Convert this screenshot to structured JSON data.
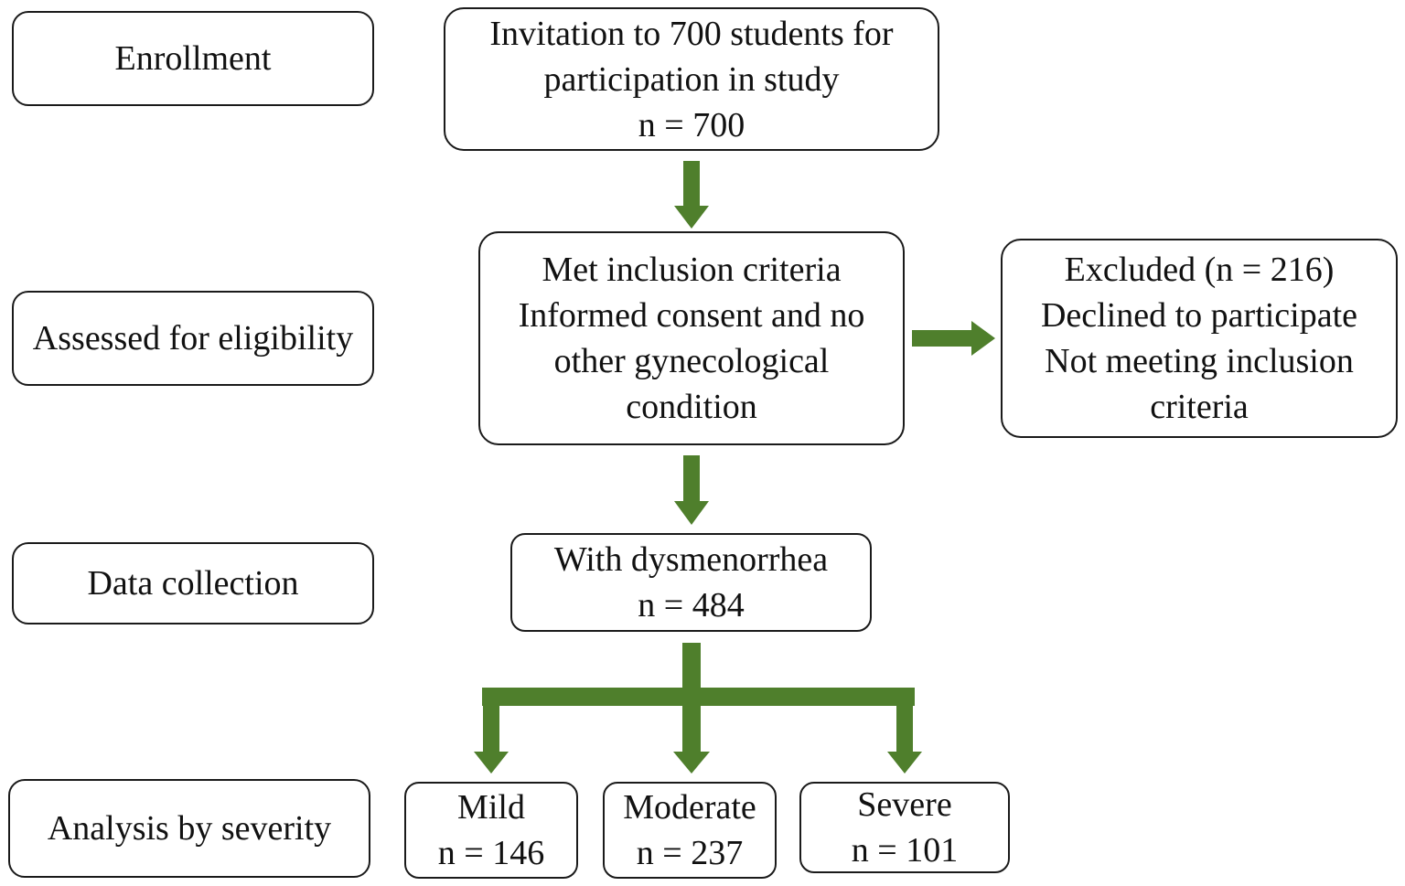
{
  "colors": {
    "arrow": "#4f7f2c",
    "border": "#1a1a1a",
    "background": "#ffffff"
  },
  "stages": {
    "enrollment": "Enrollment",
    "eligibility": "Assessed for eligibility",
    "collection": "Data collection",
    "analysis": "Analysis by severity"
  },
  "invitation": {
    "line1": "Invitation to 700 students for",
    "line2": "participation in study",
    "line3": "n = 700"
  },
  "inclusion": {
    "line1": "Met inclusion criteria",
    "line2": "Informed consent and no",
    "line3": "other gynecological",
    "line4": "condition"
  },
  "excluded": {
    "line1": "Excluded (n = 216)",
    "line2": "Declined to participate",
    "line3": "Not meeting inclusion",
    "line4": "criteria"
  },
  "dysmenorrhea": {
    "line1": "With dysmenorrhea",
    "line2": "n = 484"
  },
  "severity": {
    "mild": {
      "label": "Mild",
      "count": "n = 146"
    },
    "moderate": {
      "label": "Moderate",
      "count": "n = 237"
    },
    "severe": {
      "label": "Severe",
      "count": "n = 101"
    }
  }
}
